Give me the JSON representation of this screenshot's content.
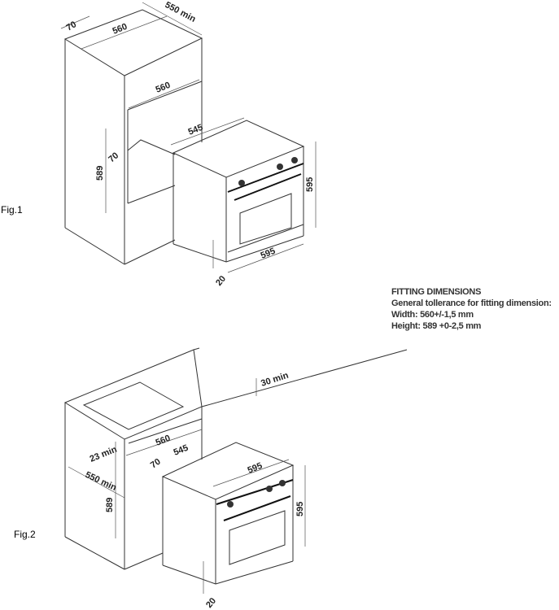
{
  "figures": [
    {
      "label": "Fig.1",
      "dimensions": {
        "top_depth": "70",
        "top_width": "560",
        "depth_min": "550 min",
        "niche_width": "560",
        "oven_depth": "545",
        "inner_offset": "70",
        "niche_height": "589",
        "oven_height": "595",
        "oven_width": "595",
        "front_offset": "20"
      }
    },
    {
      "label": "Fig.2",
      "dimensions": {
        "top_clearance": "30 min",
        "gap_min": "23 min",
        "niche_width": "560",
        "oven_depth": "545",
        "inner_offset": "70",
        "depth_min": "550 min",
        "niche_height": "589",
        "oven_width": "595",
        "oven_height": "595",
        "front_offset": "20"
      }
    }
  ],
  "notes": {
    "title": "FITTING DIMENSIONS",
    "line1": "General tollerance for fitting dimension:",
    "line2": "Width: 560+/-1,5 mm",
    "line3": "Height: 589 +0-2,5 mm"
  }
}
